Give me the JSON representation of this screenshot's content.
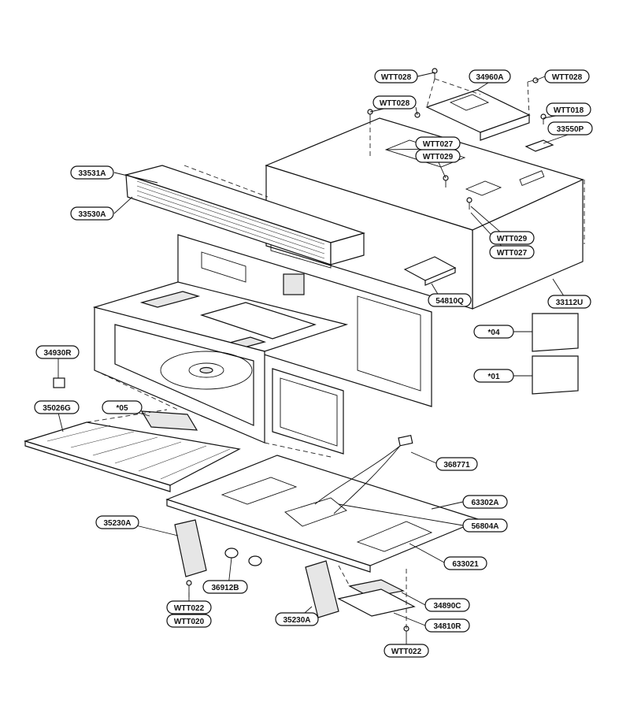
{
  "callouts": {
    "wtt028_a": "WTT028",
    "p34960a": "34960A",
    "wtt028_b": "WTT028",
    "wtt028_c": "WTT028",
    "wtt018": "WTT018",
    "wtt027_a": "WTT027",
    "p33550p": "33550P",
    "wtt029_a": "WTT029",
    "p33531a": "33531A",
    "p33530a": "33530A",
    "wtt029_b": "WTT029",
    "wtt027_b": "WTT027",
    "p54810q": "54810Q",
    "p33112u": "33112U",
    "s04": "*04",
    "s01": "*01",
    "p34930r": "34930R",
    "p35026g": "35026G",
    "s05": "*05",
    "p368771": "368771",
    "p63302a": "63302A",
    "p56804a": "56804A",
    "p35230a_a": "35230A",
    "p633021": "633021",
    "p36912b": "36912B",
    "wtt022_a": "WTT022",
    "wtt020": "WTT020",
    "p34890c": "34890C",
    "p35230a_b": "35230A",
    "p34810r": "34810R",
    "wtt022_b": "WTT022"
  },
  "colors": {
    "line": "#111111",
    "background": "#ffffff",
    "shade": "#e6e6e6"
  }
}
